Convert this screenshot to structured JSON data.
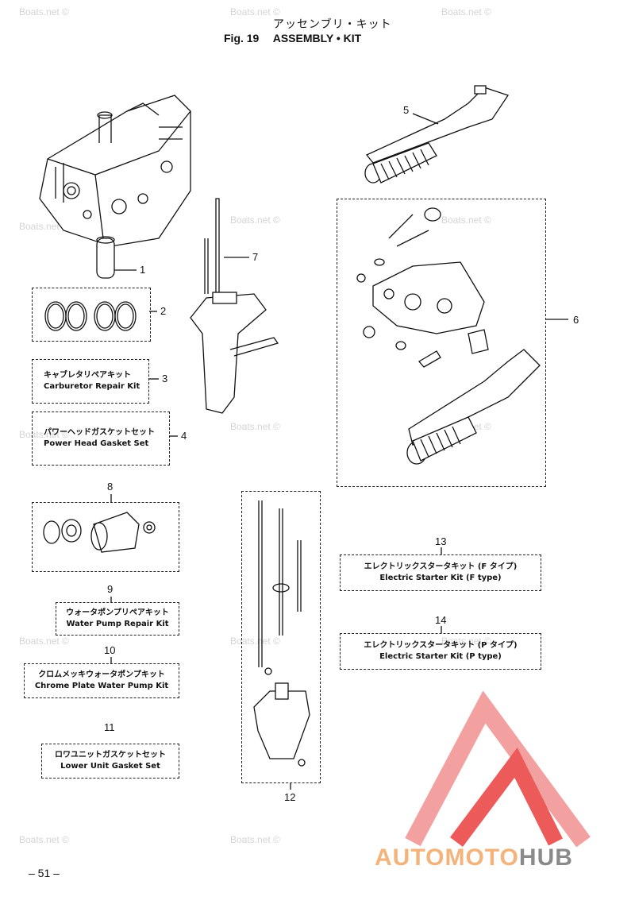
{
  "header": {
    "title_jp": "アッセンブリ・キット",
    "fig_label": "Fig. 19",
    "title_en": "ASSEMBLY • KIT"
  },
  "watermark": "Boats.net ©",
  "items": [
    {
      "no": "1"
    },
    {
      "no": "2"
    },
    {
      "no": "3",
      "jp": "キャブレタリペアキット",
      "en": "Carburetor Repair Kit"
    },
    {
      "no": "4",
      "jp": "パワーヘッドガスケットセット",
      "en": "Power Head Gasket Set"
    },
    {
      "no": "5"
    },
    {
      "no": "6"
    },
    {
      "no": "7"
    },
    {
      "no": "8"
    },
    {
      "no": "9",
      "jp": "ウォータポンプリペアキット",
      "en": "Water Pump Repair Kit"
    },
    {
      "no": "10",
      "jp": "クロムメッキウォータポンプキット",
      "en": "Chrome Plate Water Pump Kit"
    },
    {
      "no": "11",
      "jp": "ロワユニットガスケットセット",
      "en": "Lower Unit Gasket Set"
    },
    {
      "no": "12"
    },
    {
      "no": "13",
      "jp": "エレクトリックスタータキット (F タイプ)",
      "en": "Electric Starter Kit (F type)"
    },
    {
      "no": "14",
      "jp": "エレクトリックスタータキット (P タイプ)",
      "en": "Electric Starter Kit (P type)"
    }
  ],
  "page_number": "– 51 –",
  "logo": {
    "part1": "AUTO",
    "part2": "MOTO",
    "part3": "HUB",
    "color_accent": "#f3b37b",
    "color_gray": "#8a8a8a",
    "color_red": "#e94040"
  }
}
